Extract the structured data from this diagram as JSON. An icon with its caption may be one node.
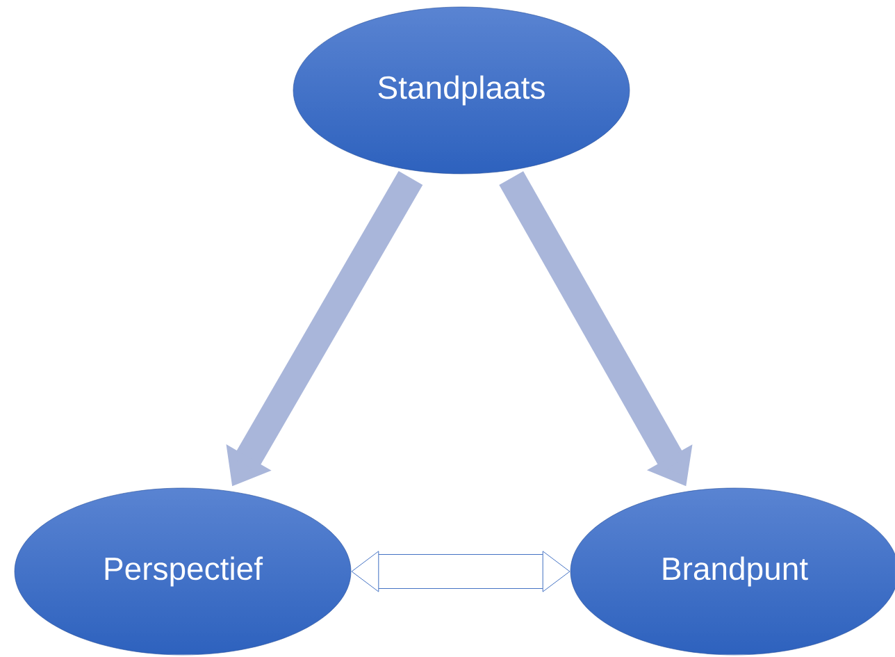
{
  "diagram": {
    "nodes": [
      {
        "text": [
          "Standplaats"
        ]
      },
      {
        "text": [
          "Perspectief"
        ]
      },
      {
        "text": [
          "Brandpunt"
        ]
      }
    ],
    "edges": [
      {
        "from": 0,
        "to": 1,
        "arrow": "to"
      },
      {
        "from": 0,
        "to": 2,
        "arrow": "to"
      },
      {
        "from": 1,
        "to": 2,
        "arrow": "both",
        "color": "#4472c4"
      }
    ]
  }
}
